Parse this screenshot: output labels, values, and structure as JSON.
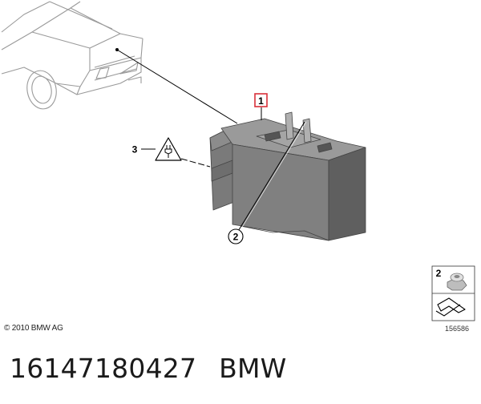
{
  "diagram": {
    "callouts": {
      "c1": "1",
      "c2": "2",
      "c3": "3"
    },
    "legend_number": "2",
    "copyright": "© 2010 BMW AG",
    "image_ref": "156586"
  },
  "footer": {
    "part_number": "16147180427",
    "brand": "BMW"
  },
  "colors": {
    "part_fill": "#808080",
    "part_dark": "#5f5f5f",
    "part_light": "#9a9a9a",
    "callout_highlight": "#d9303a",
    "line": "#000000"
  }
}
